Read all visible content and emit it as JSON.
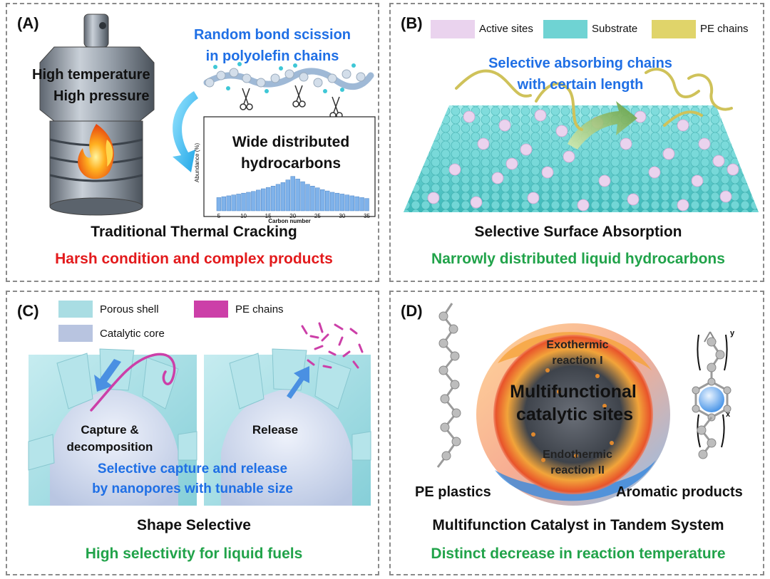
{
  "panel_a": {
    "label": "(A)",
    "condition_line1": "High temperature",
    "condition_line2": "High pressure",
    "scission_line1": "Random bond scission",
    "scission_line2": "in polyolefin chains",
    "histogram_title_line1": "Wide distributed",
    "histogram_title_line2": "hydrocarbons",
    "histogram_ylabel": "Abundance (%)",
    "histogram_xlabel": "Carbon number",
    "histogram_ticks": [
      "5",
      "10",
      "15",
      "20",
      "25",
      "30",
      "35"
    ],
    "title": "Traditional Thermal Cracking",
    "subtitle": "Harsh condition and complex products"
  },
  "panel_b": {
    "label": "(B)",
    "legend": [
      {
        "label": "Active sites",
        "color": "#ead3ee"
      },
      {
        "label": "Substrate",
        "color": "#6fd3d3"
      },
      {
        "label": "PE chains",
        "color": "#e0d46a"
      }
    ],
    "annotation_line1": "Selective absorbing chains",
    "annotation_line2": "with certain length",
    "title": "Selective Surface Absorption",
    "subtitle": "Narrowly distributed liquid hydrocarbons"
  },
  "panel_c": {
    "label": "(C)",
    "legend": [
      {
        "label": "Porous shell",
        "color": "#a9dde3"
      },
      {
        "label": "PE chains",
        "color": "#cc3fa8"
      },
      {
        "label": "Catalytic core",
        "color": "#b8c4e0"
      }
    ],
    "capture_line1": "Capture &",
    "capture_line2": "decomposition",
    "release": "Release",
    "annotation_line1": "Selective capture and  release",
    "annotation_line2": "by nanopores with tunable size",
    "title": "Shape Selective",
    "subtitle": "High selectivity for liquid fuels"
  },
  "panel_d": {
    "label": "(D)",
    "exo_line1": "Exothermic",
    "exo_line2": "reaction I",
    "center_line1": "Multifunctional",
    "center_line2": "catalytic sites",
    "endo_line1": "Endothermic",
    "endo_line2": "reaction II",
    "left_caption": "PE plastics",
    "right_caption": "Aromatic products",
    "subscript_y": "y",
    "subscript_x": "x",
    "title": "Multifunction Catalyst in Tandem System",
    "subtitle": "Distinct decrease in reaction temperature"
  },
  "histogram_data": {
    "x": [
      5,
      6,
      7,
      8,
      9,
      10,
      11,
      12,
      13,
      14,
      15,
      16,
      17,
      18,
      19,
      20,
      21,
      22,
      23,
      24,
      25,
      26,
      27,
      28,
      29,
      30,
      31,
      32,
      33,
      34,
      35
    ],
    "y": [
      0.3,
      0.32,
      0.34,
      0.36,
      0.38,
      0.4,
      0.42,
      0.44,
      0.47,
      0.5,
      0.53,
      0.56,
      0.6,
      0.64,
      0.7,
      0.78,
      0.72,
      0.66,
      0.6,
      0.56,
      0.52,
      0.48,
      0.45,
      0.42,
      0.4,
      0.38,
      0.36,
      0.34,
      0.32,
      0.3,
      0.28
    ],
    "xlabel": "Carbon number",
    "ylabel": "Abundance (%)",
    "xlim": [
      4,
      35.5
    ]
  },
  "colors": {
    "blue_text": "#1f6fe5",
    "red_text": "#e31a1c",
    "green_text": "#21a34a",
    "bar_fill": "#7fb2ea"
  }
}
